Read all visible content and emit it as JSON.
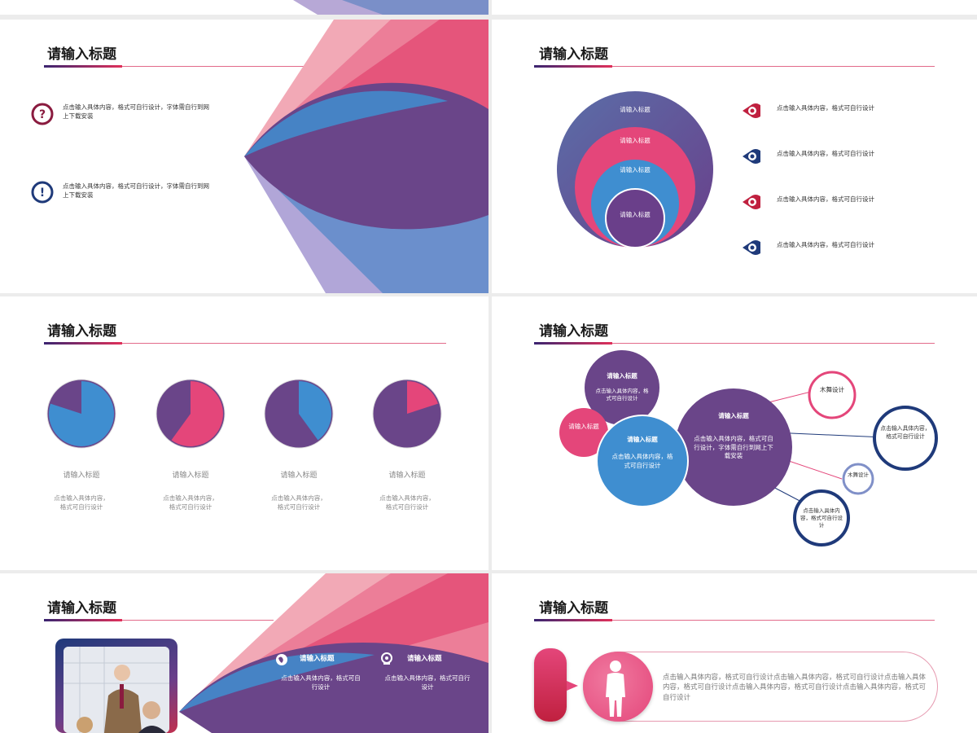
{
  "title": "请输入标题",
  "slide1": {
    "items": [
      {
        "icon": "question-icon",
        "text": "点击输入具体内容，格式可自行设计，字体需自行到网上下载安装"
      },
      {
        "icon": "exclamation-icon",
        "text": "点击输入具体内容，格式可自行设计，字体需自行到网上下载安装"
      }
    ]
  },
  "slide2": {
    "circles": [
      "请输入标题",
      "请输入标题",
      "请输入标题",
      "请输入标题"
    ],
    "items": [
      "点击输入具体内容，格式可自行设计",
      "点击输入具体内容，格式可自行设计",
      "点击输入具体内容，格式可自行设计",
      "点击输入具体内容，格式可自行设计"
    ]
  },
  "slide3": {
    "pies": [
      {
        "label": "请输入标题",
        "desc1": "点击输入具体内容，",
        "desc2": "格式可自行设计",
        "fraction": 0.8,
        "color": "#3f8ed0"
      },
      {
        "label": "请输入标题",
        "desc1": "点击输入具体内容，",
        "desc2": "格式可自行设计",
        "fraction": 0.6,
        "color": "#e4467a"
      },
      {
        "label": "请输入标题",
        "desc1": "点击输入具体内容，",
        "desc2": "格式可自行设计",
        "fraction": 0.4,
        "color": "#3f8ed0"
      },
      {
        "label": "请输入标题",
        "desc1": "点击输入具体内容，",
        "desc2": "格式可自行设计",
        "fraction": 0.2,
        "color": "#e4467a"
      }
    ]
  },
  "slide4": {
    "bubble_top_title": "请输入标题",
    "bubble_top_text": "点击输入具体内容，格式可自行设计",
    "bubble_pink": "请输入标题",
    "bubble_blue_title": "请输入标题",
    "bubble_blue_text": "点击输入具体内容，格式可自行设计",
    "bubble_big_title": "请输入标题",
    "bubble_big_text": "点击输入具体内容，格式可自行设计，字体需自行到网上下载安装",
    "sat1": "木舞设计",
    "sat2": "点击输入具体内容，格式可自行设计",
    "sat3": "木舞设计",
    "sat4": "点击输入具体内容，格式可自行设计"
  },
  "slide5": {
    "items": [
      {
        "icon": "globe-icon",
        "title": "请输入标题",
        "text": "点击输入具体内容，格式可自行设计"
      },
      {
        "icon": "location-pin-icon",
        "title": "请输入标题",
        "text": "点击输入具体内容，格式可自行设计"
      }
    ]
  },
  "slide6": {
    "vertical_title": "请输入标题",
    "text": "点击输入具体内容，格式可自行设计点击输入具体内容，格式可自行设计点击输入具体内容，格式可自行设计点击输入具体内容，格式可自行设计点击输入具体内容，格式可自行设计"
  },
  "colors": {
    "purple": "#6a3f8a",
    "pink": "#e4467a",
    "blue": "#3f8ed0",
    "navy": "#1f3a7a",
    "crimson": "#c0203f"
  }
}
